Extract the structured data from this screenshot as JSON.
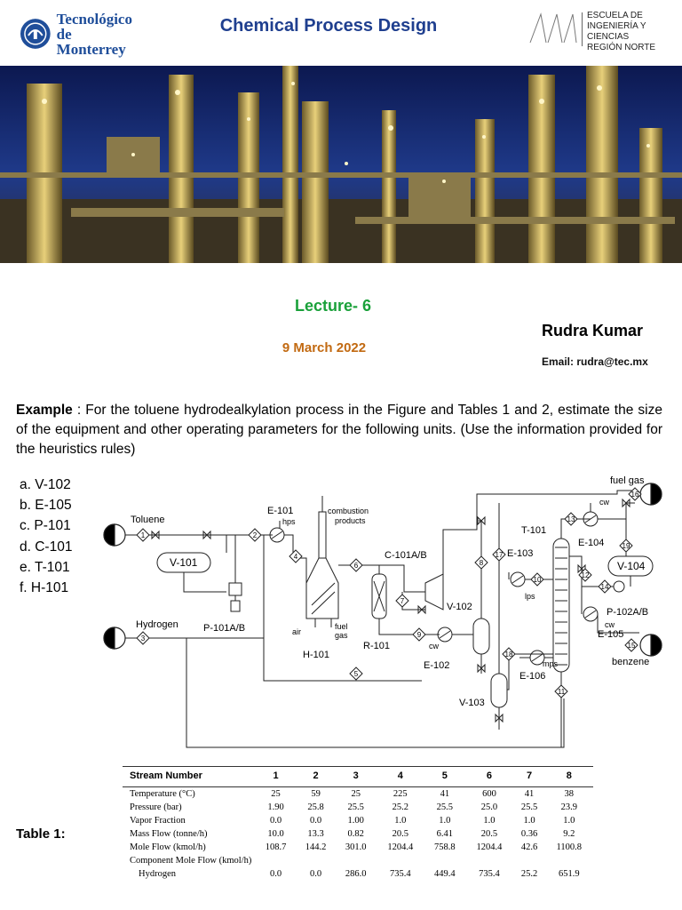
{
  "header": {
    "logo_line1": "Tecnológico",
    "logo_line2": "de Monterrey",
    "course_title": "Chemical Process Design",
    "school_line1": "ESCUELA DE",
    "school_line2": "INGENIERÍA Y CIENCIAS",
    "school_line3": "REGIÓN NORTE"
  },
  "lecture": "Lecture- 6",
  "date": "9 March 2022",
  "author": "Rudra Kumar",
  "email": "Email: rudra@tec.mx",
  "example": {
    "lead": "Example",
    "text": " : For the toluene hydrodealkylation process in the Figure and Tables 1 and 2, estimate the size of the equipment and other operating parameters for the following units. (Use the information provided for the heuristics rules)"
  },
  "units": [
    "a. V-102",
    "b. E-105",
    "c. P-101",
    "d. C-101",
    "e. T-101",
    "f. H-101"
  ],
  "diagram": {
    "labels": {
      "toluene": "Toluene",
      "hydrogen": "Hydrogen",
      "fuel_gas_top": "fuel gas",
      "benzene": "benzene",
      "v101": "V-101",
      "p101": "P-101A/B",
      "e101": "E-101",
      "hps": "hps",
      "combustion": "combustion",
      "products": "products",
      "h101": "H-101",
      "air": "air",
      "fuel": "fuel",
      "gas": "gas",
      "c101": "C-101A/B",
      "r101": "R-101",
      "cw1": "cw",
      "e102": "E-102",
      "v102": "V-102",
      "v103": "V-103",
      "e103": "E-103",
      "lps": "lps",
      "t101": "T-101",
      "e106": "E-106",
      "mps": "mps",
      "e104": "E-104",
      "cw2": "cw",
      "v104": "V-104",
      "p102": "P-102A/B",
      "cw3": "cw",
      "e105": "E-105"
    },
    "streams": [
      "1",
      "2",
      "3",
      "4",
      "5",
      "6",
      "7",
      "8",
      "9",
      "10",
      "11",
      "12",
      "13",
      "14",
      "15",
      "16",
      "17",
      "18",
      "19"
    ]
  },
  "table_label": "Table 1:",
  "table": {
    "header": [
      "Stream Number",
      "1",
      "2",
      "3",
      "4",
      "5",
      "6",
      "7",
      "8"
    ],
    "rows": [
      {
        "label": "Temperature (°C)",
        "values": [
          "25",
          "59",
          "25",
          "225",
          "41",
          "600",
          "41",
          "38"
        ]
      },
      {
        "label": "Pressure (bar)",
        "values": [
          "1.90",
          "25.8",
          "25.5",
          "25.2",
          "25.5",
          "25.0",
          "25.5",
          "23.9"
        ]
      },
      {
        "label": "Vapor Fraction",
        "values": [
          "0.0",
          "0.0",
          "1.00",
          "1.0",
          "1.0",
          "1.0",
          "1.0",
          "1.0"
        ]
      },
      {
        "label": "Mass Flow (tonne/h)",
        "values": [
          "10.0",
          "13.3",
          "0.82",
          "20.5",
          "6.41",
          "20.5",
          "0.36",
          "9.2"
        ]
      },
      {
        "label": "Mole Flow (kmol/h)",
        "values": [
          "108.7",
          "144.2",
          "301.0",
          "1204.4",
          "758.8",
          "1204.4",
          "42.6",
          "1100.8"
        ]
      },
      {
        "label": "Component Mole Flow (kmol/h)",
        "values": [
          "",
          "",
          "",
          "",
          "",
          "",
          "",
          ""
        ]
      },
      {
        "label": "Hydrogen",
        "values": [
          "0.0",
          "0.0",
          "286.0",
          "735.4",
          "449.4",
          "735.4",
          "25.2",
          "651.9"
        ]
      }
    ]
  },
  "colors": {
    "title_blue": "#1f3f8f",
    "lecture_green": "#1aa13a",
    "date_orange": "#c26a12",
    "logo_blue": "#1f4e9a"
  }
}
